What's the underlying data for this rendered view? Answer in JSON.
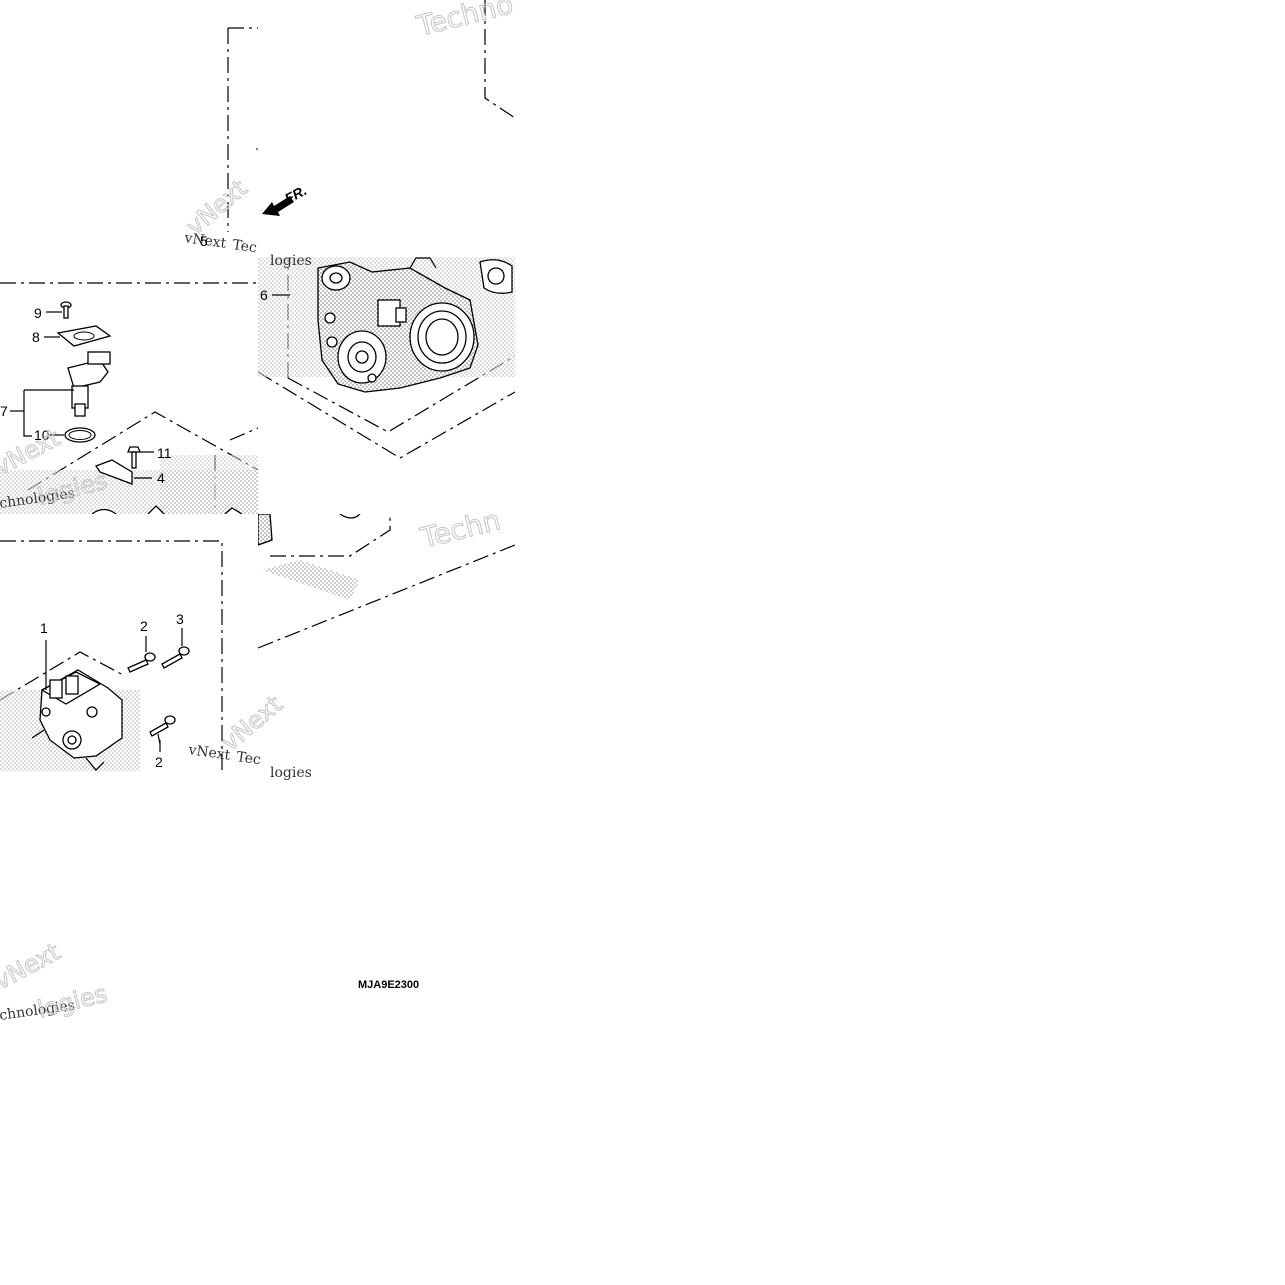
{
  "diagram": {
    "code": "MJA9E2300",
    "direction_label": "FR.",
    "watermark": {
      "brand": "vNext",
      "words": [
        "Techno",
        "Techn",
        "logies",
        "nologies",
        "Tec",
        "Technologies",
        "chnologies"
      ]
    },
    "callouts": {
      "c1": "1",
      "c2a": "2",
      "c2b": "2",
      "c3": "3",
      "c4": "4",
      "c5": "5",
      "c6": "6",
      "c7": "7",
      "c8": "8",
      "c9": "9",
      "c10": "10",
      "c11": "11"
    }
  }
}
